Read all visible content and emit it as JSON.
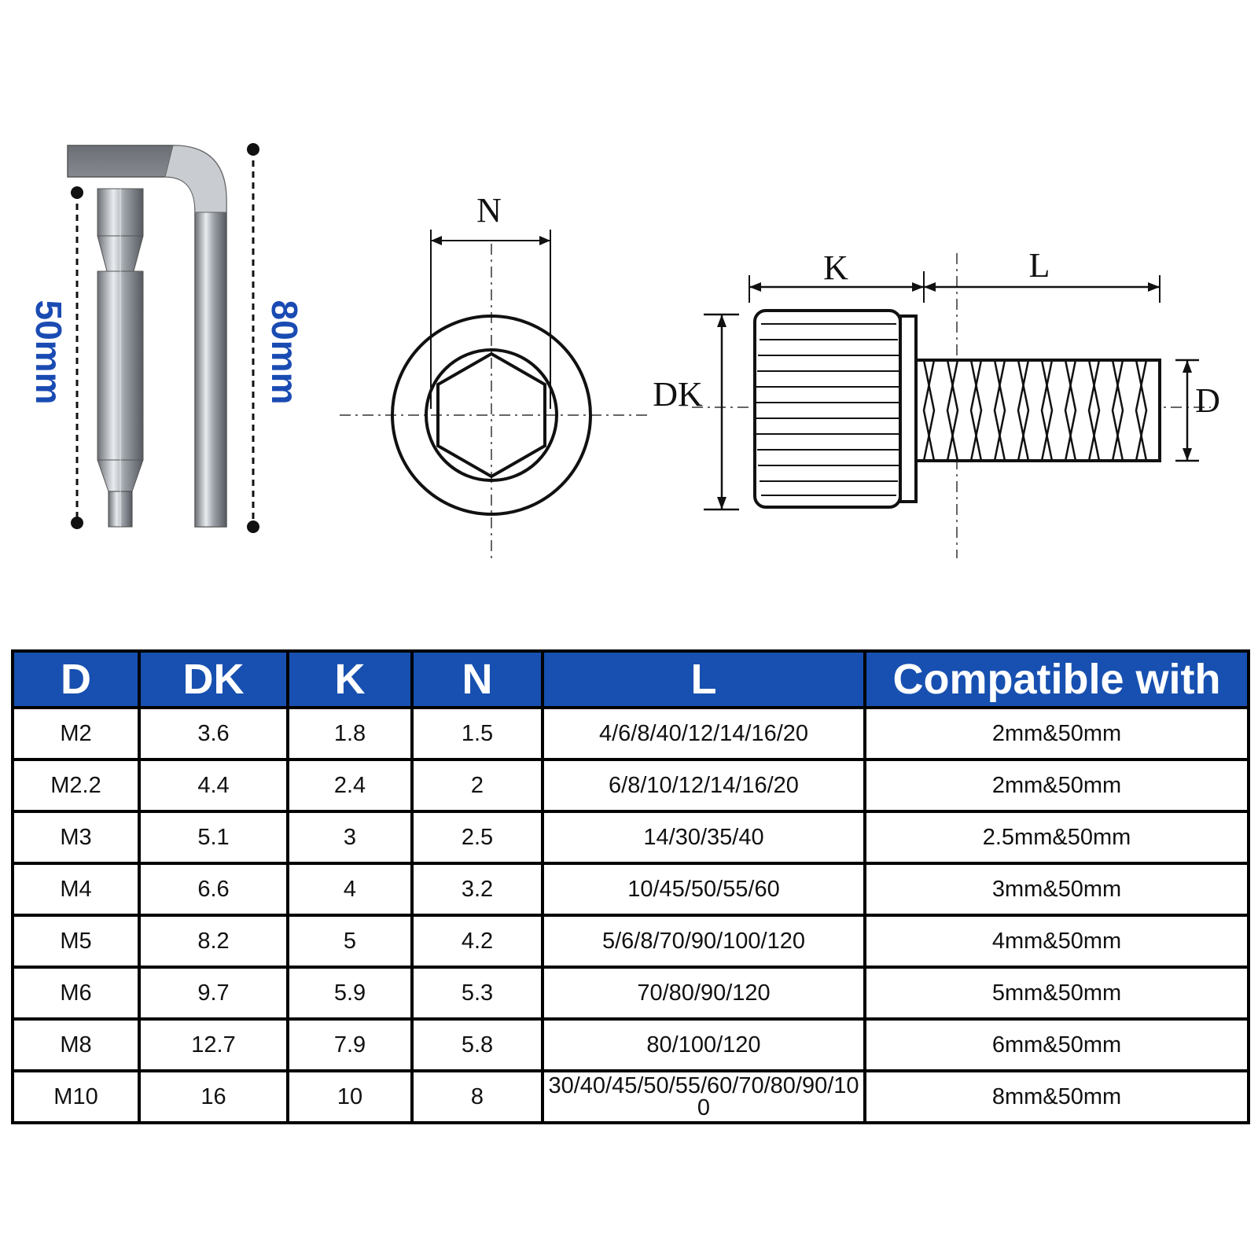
{
  "tools": {
    "bit_length": "50mm",
    "key_length": "80mm"
  },
  "diagram": {
    "label_n": "N",
    "label_k": "K",
    "label_l": "L",
    "label_dk": "DK",
    "label_d": "D"
  },
  "table": {
    "headers": [
      "D",
      "DK",
      "K",
      "N",
      "L",
      "Compatible with"
    ],
    "rows": [
      [
        "M2",
        "3.6",
        "1.8",
        "1.5",
        "4/6/8/40/12/14/16/20",
        "2mm&50mm"
      ],
      [
        "M2.2",
        "4.4",
        "2.4",
        "2",
        "6/8/10/12/14/16/20",
        "2mm&50mm"
      ],
      [
        "M3",
        "5.1",
        "3",
        "2.5",
        "14/30/35/40",
        "2.5mm&50mm"
      ],
      [
        "M4",
        "6.6",
        "4",
        "3.2",
        "10/45/50/55/60",
        "3mm&50mm"
      ],
      [
        "M5",
        "8.2",
        "5",
        "4.2",
        "5/6/8/70/90/100/120",
        "4mm&50mm"
      ],
      [
        "M6",
        "9.7",
        "5.9",
        "5.3",
        "70/80/90/120",
        "5mm&50mm"
      ],
      [
        "M8",
        "12.7",
        "7.9",
        "5.8",
        "80/100/120",
        "6mm&50mm"
      ],
      [
        "M10",
        "16",
        "10",
        "8",
        "30/40/45/50/55/60/70/80/90/100",
        "8mm&50mm"
      ]
    ]
  },
  "colors": {
    "header_blue": "#1750b0",
    "label_blue": "#1a4bb3"
  }
}
